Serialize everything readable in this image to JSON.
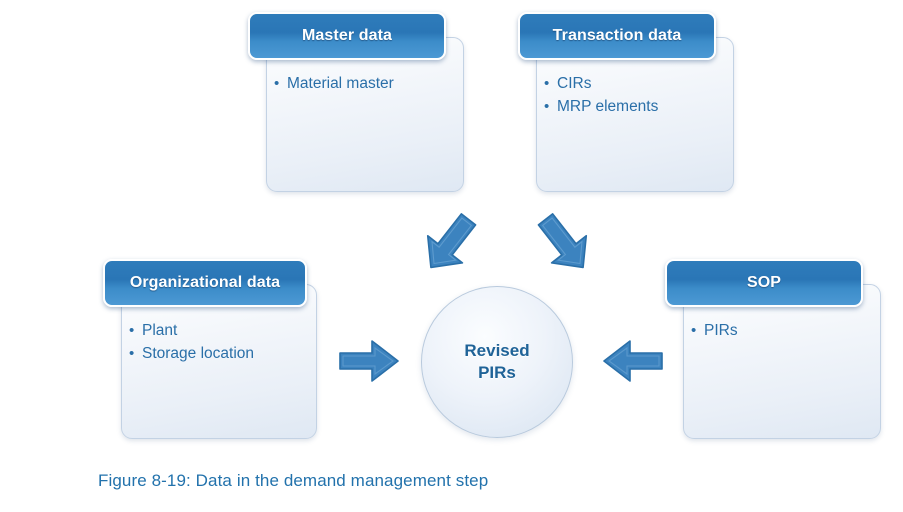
{
  "figure": {
    "caption": "Figure 8-19: Data in the demand management step",
    "caption_color": "#2272AC"
  },
  "theme": {
    "header_blue_top": "#2F7CBB",
    "header_blue_bottom": "#4C99D4",
    "body_light": "#EEF3FA",
    "text_blue": "#2A6FA8",
    "center_text_blue": "#1F6398",
    "arrow_fill": "#3C83BF",
    "arrow_stroke": "#2A6FA8"
  },
  "cards": {
    "master": {
      "title": "Master data",
      "items": [
        "Material master"
      ]
    },
    "transaction": {
      "title": "Transaction data",
      "items": [
        "CIRs",
        "MRP elements"
      ]
    },
    "organizational": {
      "title": "Organizational data",
      "items": [
        "Plant",
        "Storage location"
      ]
    },
    "sop": {
      "title": "SOP",
      "items": [
        "PIRs"
      ]
    }
  },
  "center": {
    "line1": "Revised",
    "line2": "PIRs"
  },
  "arrows": [
    {
      "name": "arrow-master-to-center",
      "direction": "down-right"
    },
    {
      "name": "arrow-transaction-to-center",
      "direction": "down-left"
    },
    {
      "name": "arrow-organizational-to-center",
      "direction": "right"
    },
    {
      "name": "arrow-sop-to-center",
      "direction": "left"
    }
  ]
}
